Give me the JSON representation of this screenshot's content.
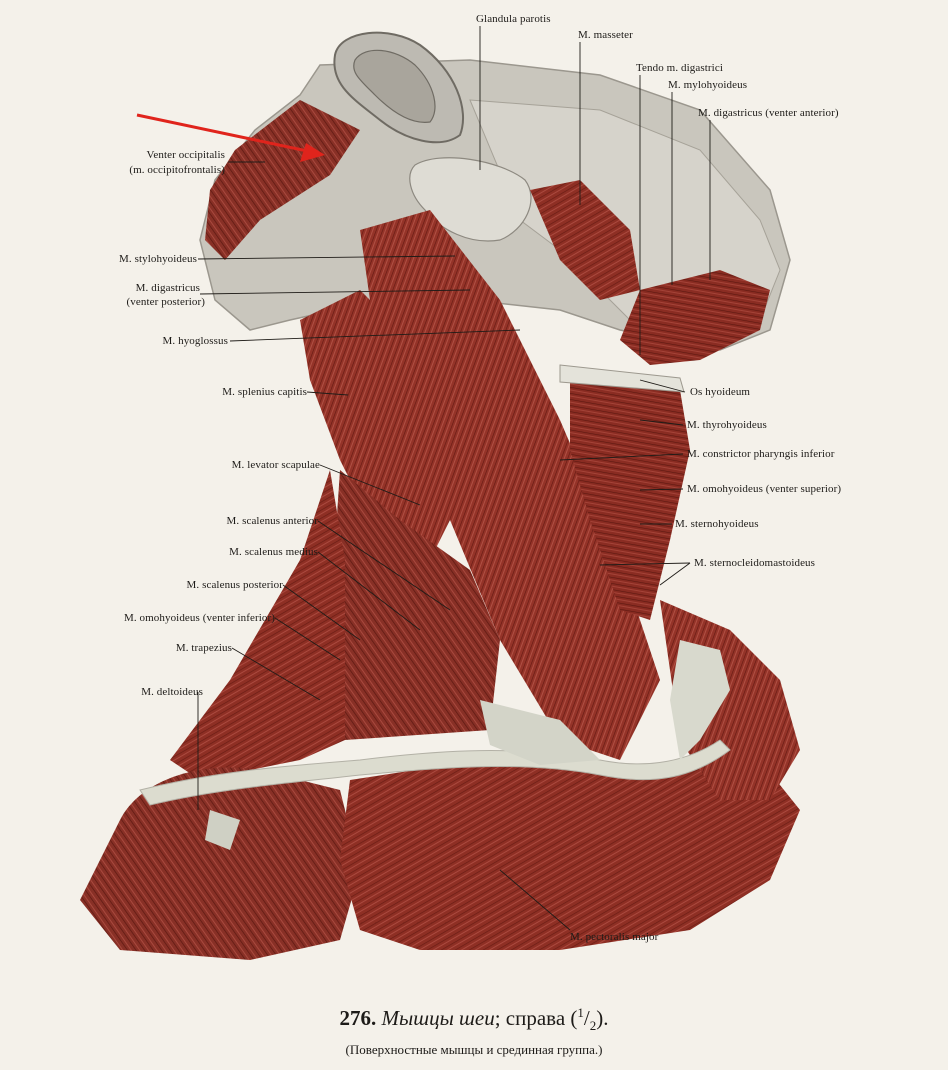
{
  "figure": {
    "number": "276.",
    "title_italic": "Мышцы шеи",
    "title_rest": "; справа (",
    "scale_num": "1",
    "scale_sep": "/",
    "scale_den": "2",
    "title_end": ").",
    "subtitle": "(Поверхностные мышцы и срединная группа.)"
  },
  "labels": {
    "glandula_parotis": "Glandula parotis",
    "masseter": "M. masseter",
    "tendo_digastrici": "Tendo m. digastrici",
    "mylohyoideus": "M. mylohyoideus",
    "digastricus_anterior": "M. digastricus (venter anterior)",
    "venter_occipitalis_1": "Venter occipitalis",
    "venter_occipitalis_2": "(m. occipitofrontalis)",
    "stylohyoideus": "M. stylohyoideus",
    "digastricus_posterior_1": "M. digastricus",
    "digastricus_posterior_2": "(venter posterior)",
    "hyoglossus": "M. hyoglossus",
    "splenius_capitis": "M. splenius capitis",
    "levator_scapulae": "M. levator scapulae",
    "scalenus_anterior": "M. scalenus anterior",
    "scalenus_medius": "M. scalenus medius",
    "scalenus_posterior": "M. scalenus posterior",
    "omohyoideus_inferior": "M. omohyoideus (venter inferior)",
    "trapezius": "M. trapezius",
    "deltoideus": "M. deltoideus",
    "os_hyoideum": "Os hyoideum",
    "thyrohyoideus": "M. thyrohyoideus",
    "constrictor": "M. constrictor pharyngis inferior",
    "omohyoideus_superior": "M. omohyoideus (venter superior)",
    "sternohyoideus": "M. sternohyoideus",
    "sternocleidomastoideus": "M. sternocleidomastoideus",
    "pectoralis_major": "M. pectoralis major"
  },
  "colors": {
    "muscle": "#8e2f24",
    "muscle_dark": "#5e1912",
    "muscle_light": "#b8554a",
    "tendon": "#dcdccf",
    "skin_cut": "#c9c6bd",
    "arrow": "#e0241c",
    "background": "#f4f1ea"
  }
}
